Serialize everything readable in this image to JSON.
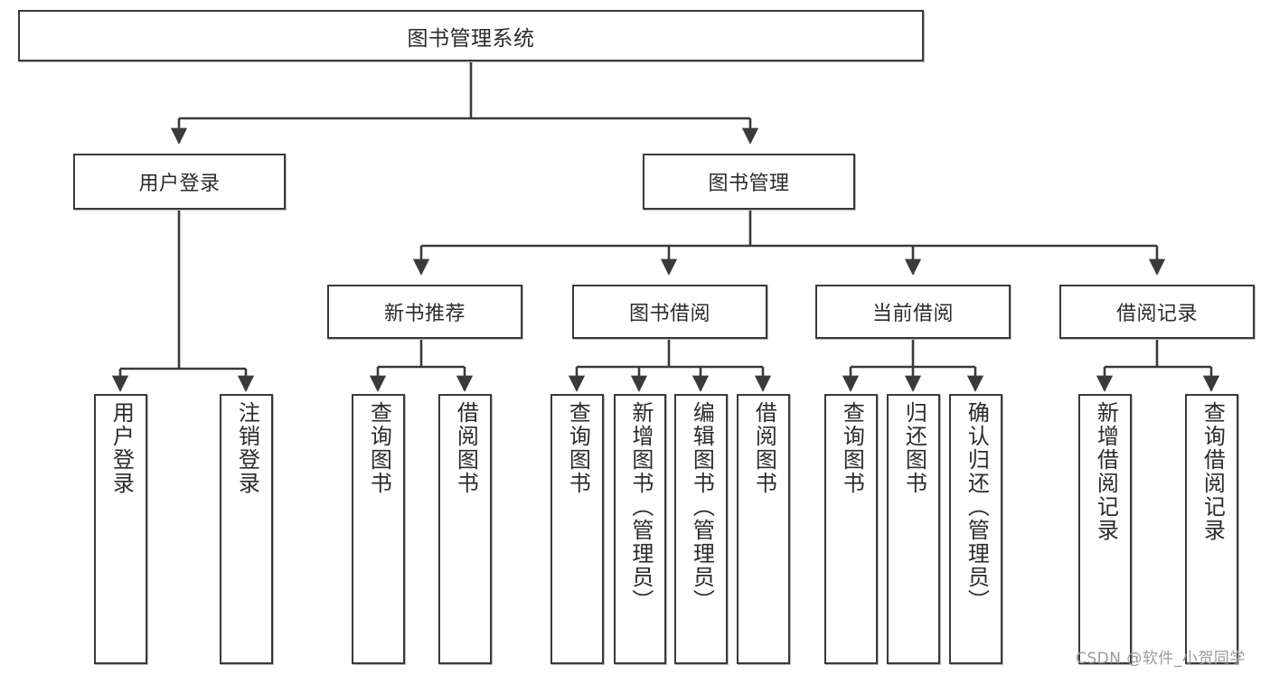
{
  "diagram": {
    "title": "图书管理系统",
    "type": "tree-structure-chart",
    "watermark": "CSDN @软件_小贺同学",
    "colors": {
      "box_border": "#3a3a3a",
      "box_fill": "#ffffff",
      "edge": "#3a3a3a",
      "text": "#2b2b2b",
      "watermark": "#9a9a9a"
    },
    "root": {
      "label": "图书管理系统"
    },
    "level2": [
      {
        "label": "用户登录"
      },
      {
        "label": "图书管理"
      }
    ],
    "level3": [
      {
        "label": "新书推荐"
      },
      {
        "label": "图书借阅"
      },
      {
        "label": "当前借阅"
      },
      {
        "label": "借阅记录"
      }
    ],
    "leaves": {
      "user_login": [
        {
          "label": "用户登录"
        },
        {
          "label": "注销登录"
        }
      ],
      "new_book_recommend": [
        {
          "label": "查询图书"
        },
        {
          "label": "借阅图书"
        }
      ],
      "book_borrow": [
        {
          "label": "查询图书"
        },
        {
          "label": "新增图书（管理员）"
        },
        {
          "label": "编辑图书（管理员）"
        },
        {
          "label": "借阅图书"
        }
      ],
      "current_borrow": [
        {
          "label": "查询图书"
        },
        {
          "label": "归还图书"
        },
        {
          "label": "确认归还（管理员）"
        }
      ],
      "borrow_record": [
        {
          "label": "新增借阅记录"
        },
        {
          "label": "查询借阅记录"
        }
      ]
    }
  }
}
